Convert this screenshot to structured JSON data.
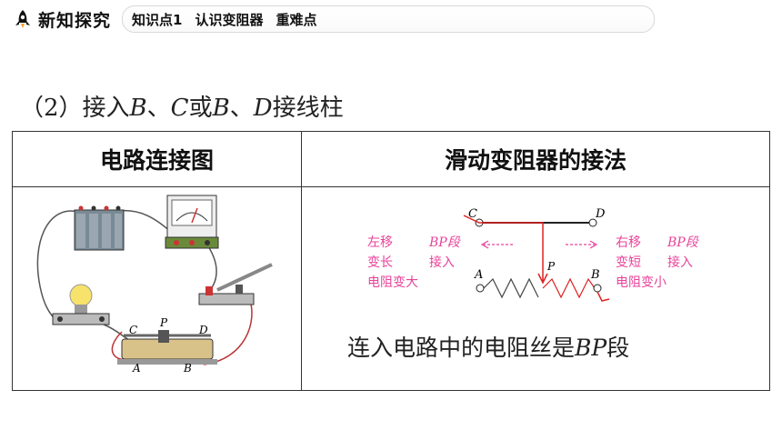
{
  "header": {
    "section_title": "新知探究",
    "topic": "知识点1",
    "topic_name": "认识变阻器",
    "topic_tag": "重难点"
  },
  "subtitle": {
    "prefix": "（2）接入",
    "b1": "B",
    "sep1": "、",
    "c": "C",
    "or": "或",
    "b2": "B",
    "sep2": "、",
    "d": "D",
    "suffix": "接线柱"
  },
  "table": {
    "col1_header": "电路连接图",
    "col2_header": "滑动变阻器的接法"
  },
  "circuit_labels": {
    "c": "C",
    "p": "P",
    "d": "D",
    "a": "A",
    "b": "B"
  },
  "rheostat_diagram": {
    "terminal_c": "C",
    "terminal_d": "D",
    "terminal_a": "A",
    "terminal_b": "B",
    "slider_p": "P",
    "left_note": [
      "左移",
      "变长",
      "电阻变大"
    ],
    "left_note2": [
      "BP段",
      "接入"
    ],
    "right_note": [
      "右移",
      "变短",
      "电阻变小"
    ],
    "right_note2": [
      "BP段",
      "接入"
    ]
  },
  "caption": {
    "prefix": "连入电路中的电阻丝是",
    "seg": "BP",
    "suffix": "段"
  },
  "colors": {
    "accent_red": "#e02020",
    "pink_note": "#e8439a",
    "border": "#333333"
  }
}
